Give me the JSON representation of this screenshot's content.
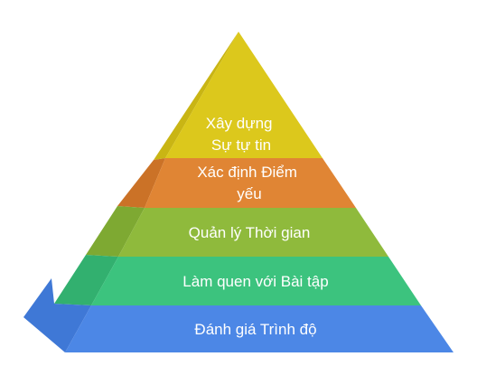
{
  "pyramid": {
    "levels": [
      {
        "lines": [
          "Xây dựng",
          "Sự tự tin"
        ],
        "color": "#DCC81C",
        "side_color": "#C9B514"
      },
      {
        "lines": [
          "Xác định Điểm",
          "yếu"
        ],
        "color": "#E08534",
        "side_color": "#CB7227"
      },
      {
        "lines": [
          "Quản lý Thời gian"
        ],
        "color": "#8FBA3C",
        "side_color": "#7EA932"
      },
      {
        "lines": [
          "Làm quen với Bài tập"
        ],
        "color": "#3CC37E",
        "side_color": "#32B06F"
      },
      {
        "lines": [
          "Đánh giá Trình độ"
        ],
        "color": "#4C87E6",
        "side_color": "#3F78D6"
      }
    ]
  }
}
